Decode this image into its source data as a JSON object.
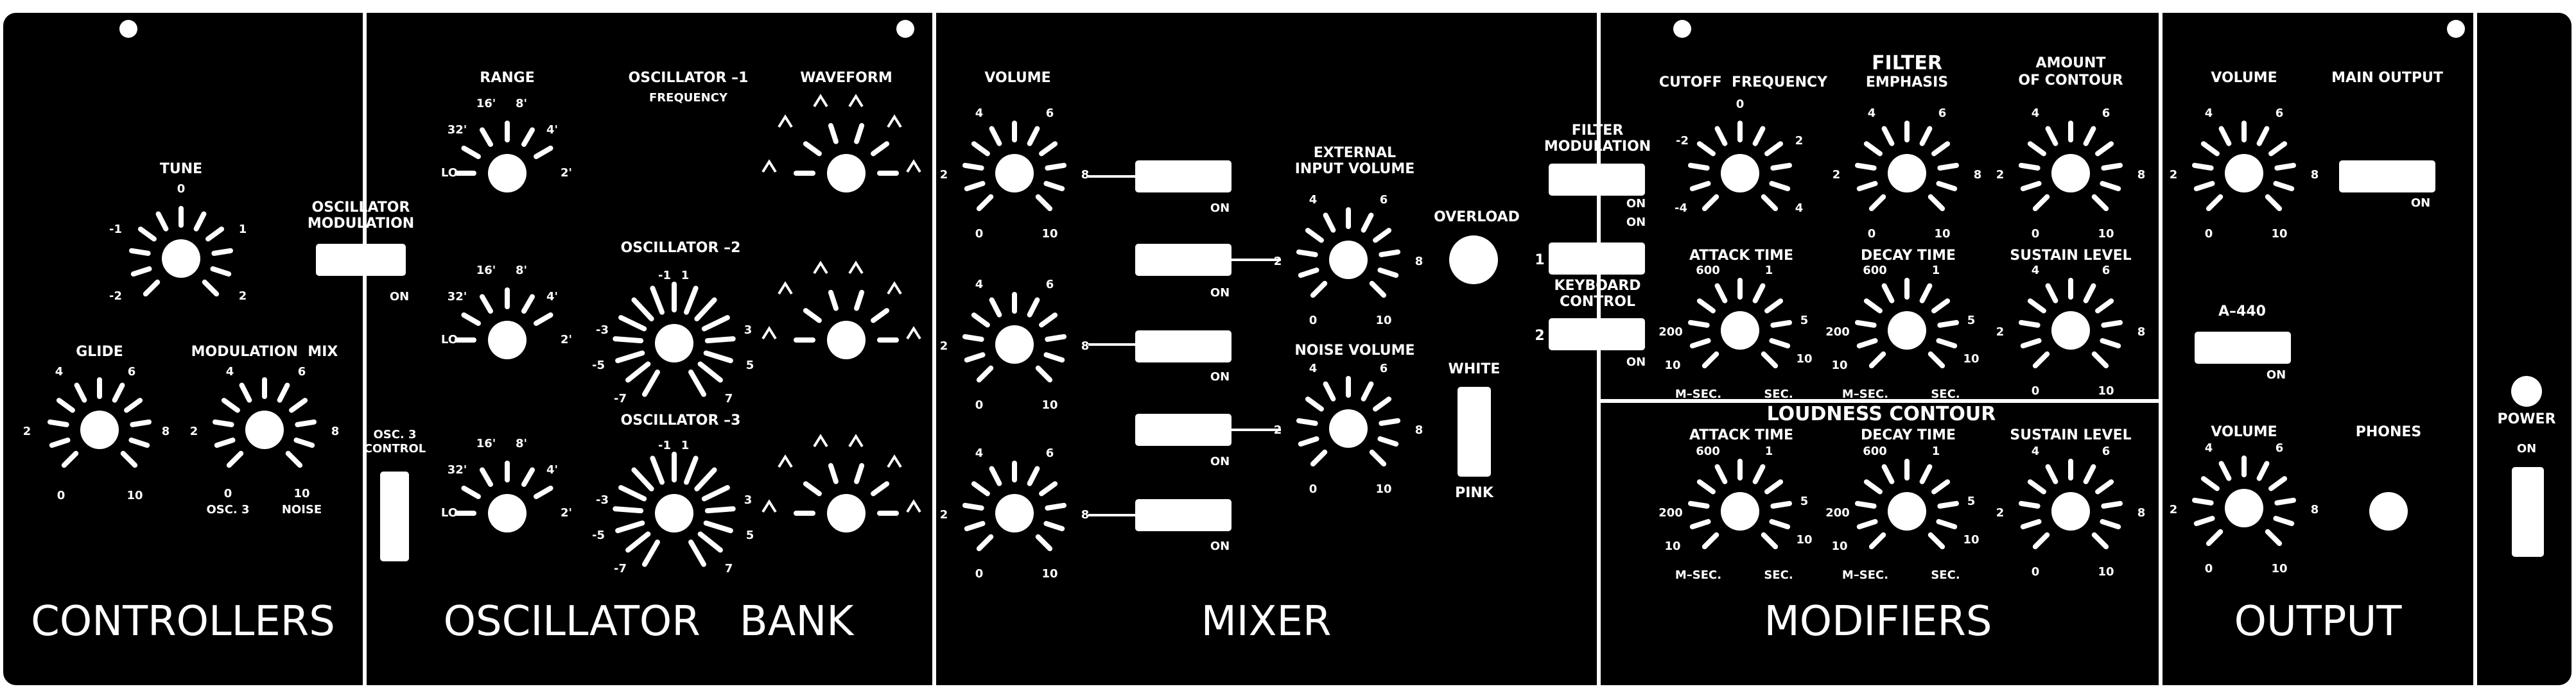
{
  "sections": {
    "controllers": "CONTROLLERS",
    "oscillator_bank": "OSCILLATOR   BANK",
    "mixer": "MIXER",
    "modifiers": "MODIFIERS",
    "output": "OUTPUT"
  },
  "controllers": {
    "tune": {
      "label": "TUNE",
      "ticks": [
        "-1",
        "0",
        "1",
        "-2",
        "2"
      ]
    },
    "glide": {
      "label": "GLIDE",
      "ticks": [
        "2",
        "4",
        "6",
        "8",
        "0",
        "10"
      ]
    },
    "mod_mix": {
      "label": "MODULATION  MIX",
      "ticks": [
        "2",
        "4",
        "6",
        "8",
        "0",
        "10"
      ],
      "left": "OSC. 3",
      "right": "NOISE"
    },
    "osc_mod": {
      "line1": "OSCILLATOR",
      "line2": "MODULATION",
      "on": "ON"
    },
    "osc3_control": {
      "line1": "OSC. 3",
      "line2": "CONTROL"
    }
  },
  "oscillators": {
    "range_label": "RANGE",
    "range_ticks": [
      "LO",
      "32'",
      "16'",
      "8'",
      "4'",
      "2'"
    ],
    "osc1_line1": "OSCILLATOR –1",
    "osc1_line2": "FREQUENCY",
    "osc2": "OSCILLATOR –2",
    "osc3": "OSCILLATOR –3",
    "waveform": "WAVEFORM",
    "freq_ticks": [
      "-7",
      "-5",
      "-3",
      "-1",
      "1",
      "3",
      "5",
      "7"
    ]
  },
  "mixer": {
    "volume": "VOLUME",
    "vol_ticks": [
      "2",
      "4",
      "6",
      "8",
      "0",
      "10"
    ],
    "ext_line1": "EXTERNAL",
    "ext_line2": "INPUT VOLUME",
    "noise_vol": "NOISE VOLUME",
    "overload": "OVERLOAD",
    "white": "WHITE",
    "pink": "PINK",
    "on": "ON"
  },
  "modifiers": {
    "cutoff": "CUTOFF  FREQUENCY",
    "cutoff_ticks": [
      "-4",
      "-2",
      "0",
      "2",
      "4"
    ],
    "filter": "FILTER",
    "emphasis": "EMPHASIS",
    "amount1": "AMOUNT",
    "amount2": "OF CONTOUR",
    "filter_mod1": "FILTER",
    "filter_mod2": "MODULATION",
    "kbd1": "KEYBOARD",
    "kbd2": "CONTROL",
    "attack": "ATTACK TIME",
    "decay": "DECAY TIME",
    "sustain": "SUSTAIN LEVEL",
    "time_ticks": [
      "600",
      "1",
      "5",
      "10",
      "200",
      "10",
      "M–SEC.",
      "SEC."
    ],
    "loudness": "LOUDNESS CONTOUR",
    "on": "ON",
    "one": "1",
    "two": "2"
  },
  "output": {
    "volume": "VOLUME",
    "main_output": "MAIN OUTPUT",
    "a440": "A–440",
    "phones": "PHONES",
    "power": "POWER",
    "on": "ON"
  }
}
